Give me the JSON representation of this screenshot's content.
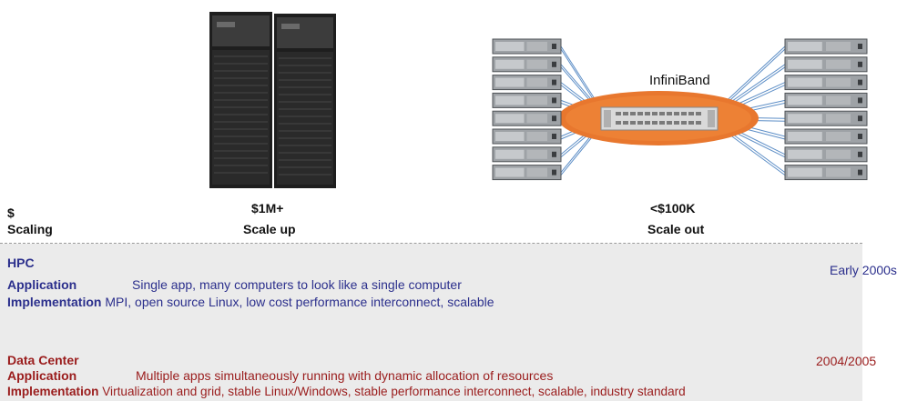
{
  "header": {
    "cost_label": "$",
    "scaling_label": "Scaling",
    "scale_up_cost": "$1M+",
    "scale_up_label": "Scale up",
    "scale_out_cost": "<$100K",
    "scale_out_label": "Scale out",
    "switch_label": "InfiniBand"
  },
  "hpc": {
    "title": "HPC",
    "timeline": "Early 2000s",
    "application_label": "Application",
    "application_text": "Single app, many computers to look like a single computer",
    "implementation_label": "Implementation",
    "implementation_text": "MPI, open source Linux, low cost performance interconnect, scalable"
  },
  "datacenter": {
    "title": "Data Center",
    "timeline": "2004/2005",
    "application_label": "Application",
    "application_text": "Multiple apps simultaneously running with dynamic allocation of resources",
    "implementation_label": "Implementation",
    "implementation_text": "Virtualization and grid, stable Linux/Windows, stable performance interconnect, scalable, industry standard"
  },
  "colors": {
    "hpc": "#2b2f8c",
    "datacenter": "#9a1c1c",
    "switch_glow": "#e8772e",
    "cable": "#5e8fc7"
  }
}
